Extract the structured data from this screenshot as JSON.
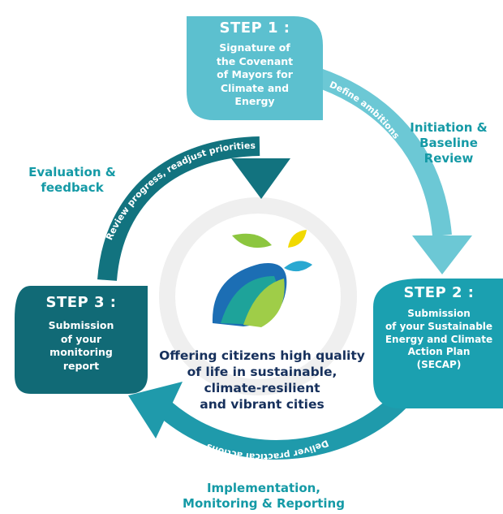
{
  "colors": {
    "step1": "#5cc0cf",
    "step2": "#1ba0b0",
    "step3": "#116a76",
    "arrow_step1_to_2": "#6cc8d5",
    "arrow_step2_to_3": "#1f9aab",
    "arrow_step3_to_1": "#12737f",
    "phase_text": "#159aa6",
    "center_text": "#16305c",
    "ring": "#efefef"
  },
  "step1": {
    "title": "STEP 1 :",
    "lines": [
      "Signature of",
      "the Covenant",
      "of Mayors for",
      "Climate and",
      "Energy"
    ]
  },
  "step2": {
    "title": "STEP 2 :",
    "lines": [
      "Submission",
      "of your Sustainable",
      "Energy and Climate",
      "Action Plan",
      "(SECAP)"
    ]
  },
  "step3": {
    "title": "STEP 3 :",
    "lines": [
      "Submission",
      "of your",
      "monitoring",
      "report"
    ]
  },
  "arrows": {
    "define": "Define ambitions",
    "deliver": "Deliver practical actions",
    "review": "Review progress, readjust priorities"
  },
  "phases": {
    "initiation": [
      "Initiation &",
      "Baseline",
      "Review"
    ],
    "evaluation": [
      "Evaluation &",
      "feedback"
    ],
    "implementation": [
      "Implementation,",
      "Monitoring & Reporting"
    ]
  },
  "center": {
    "lines": [
      "Offering citizens high quality",
      "of life in sustainable,",
      "climate-resilient",
      "and vibrant cities"
    ]
  },
  "logo": {
    "name": "covenant-of-mayors-logo"
  }
}
